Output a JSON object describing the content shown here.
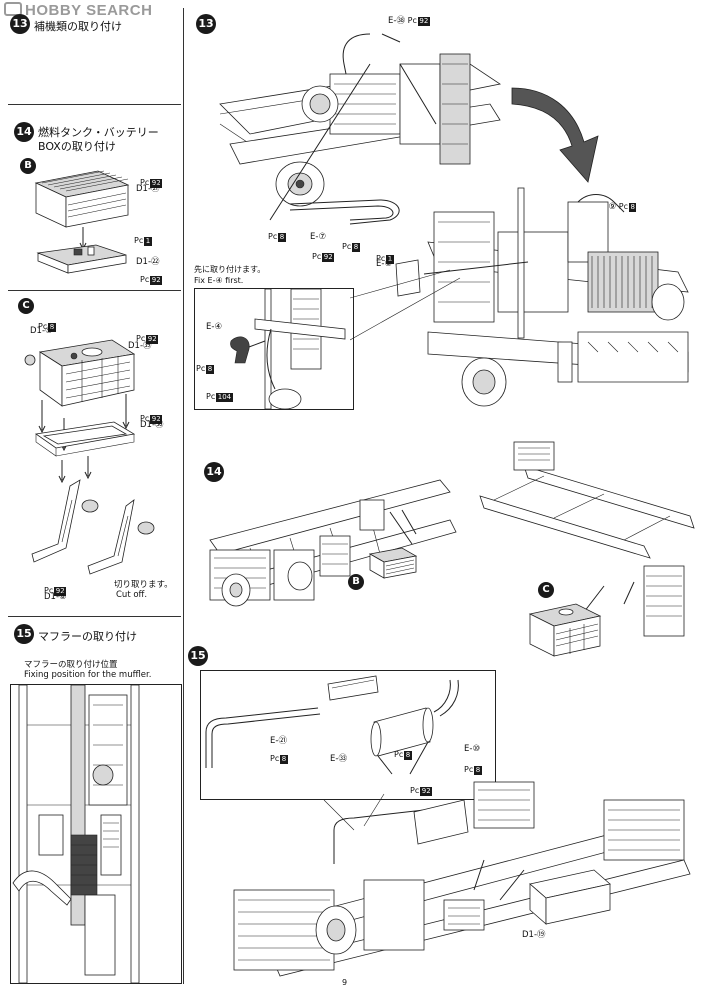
{
  "watermark": "HOBBY SEARCH",
  "left": {
    "step13": {
      "num": "13",
      "title": "補機類の取り付け"
    },
    "step14": {
      "num": "14",
      "title_jp_1": "燃料タンク・バッテリー",
      "title_jp_2": "BOXの取り付け"
    },
    "sectionB": {
      "letter": "B",
      "parts": [
        {
          "ref": "Pc",
          "code": "92"
        },
        {
          "label": "D1-㉑"
        },
        {
          "ref": "Pc",
          "code": "1"
        },
        {
          "label": "D1-㉒"
        },
        {
          "ref": "Pc",
          "code": "92"
        }
      ]
    },
    "sectionC": {
      "letter": "C",
      "parts": [
        {
          "ref": "Pc",
          "code": "8"
        },
        {
          "label": "D1-⑨"
        },
        {
          "ref": "Pc",
          "code": "92"
        },
        {
          "label": "D1-㊴"
        },
        {
          "ref": "Pc",
          "code": "92"
        },
        {
          "label": "D1-㊱"
        },
        {
          "ref": "Pc",
          "code": "92"
        },
        {
          "label": "D1-⑧"
        }
      ],
      "cut_jp": "切り取ります。",
      "cut_en": "Cut off."
    },
    "step15": {
      "num": "15",
      "title": "マフラーの取り付け",
      "position_jp": "マフラーの取り付け位置",
      "position_en": "Fixing position for the muffler."
    }
  },
  "right": {
    "step13": {
      "num": "13",
      "labels": [
        {
          "label": "E-㊳",
          "ref": "Pc",
          "code": "92"
        },
        {
          "label": "E-⑨",
          "ref": "Pc",
          "code": "8"
        },
        {
          "label": "E-⑦"
        },
        {
          "ref": "Pc",
          "code": "8"
        },
        {
          "ref": "Pc",
          "code": "92"
        },
        {
          "ref": "Pc",
          "code": "8"
        },
        {
          "ref": "Pc",
          "code": "1"
        },
        {
          "label": "E-⑤"
        }
      ],
      "inset": {
        "note_jp": "先に取り付けます。",
        "note_en": "Fix E-④ first.",
        "part": "E-④",
        "pc1": {
          "ref": "Pc",
          "code": "8"
        },
        "pc2": {
          "ref": "Pc",
          "code": "104"
        }
      }
    },
    "step14": {
      "num": "14",
      "letterB": "B",
      "letterC": "C"
    },
    "step15": {
      "num": "15",
      "labels": [
        {
          "label": "E-㉑"
        },
        {
          "ref": "Pc",
          "code": "8"
        },
        {
          "ref": "Pc",
          "code": "8"
        },
        {
          "label": "E-㉝"
        },
        {
          "ref": "Pc",
          "code": "92"
        },
        {
          "label": "E-⑩"
        },
        {
          "ref": "Pc",
          "code": "8"
        },
        {
          "label": "D1-⑲"
        }
      ]
    }
  },
  "page_number": "9"
}
